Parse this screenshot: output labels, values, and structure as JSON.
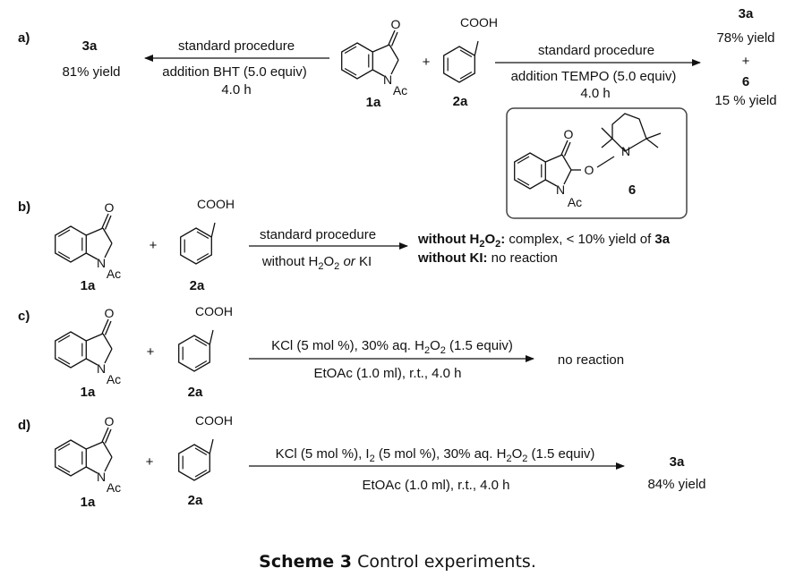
{
  "panel_labels": [
    "a)",
    "b)",
    "c)",
    "d)"
  ],
  "compound_labels": {
    "indolinone": "1a",
    "benzoic_acid": "2a",
    "tempo_adduct": "6"
  },
  "atoms": {
    "N": "N",
    "Ac": "Ac",
    "O": "O",
    "COOH": "COOH"
  },
  "plus": "+",
  "panel_a": {
    "left": {
      "above": "standard procedure",
      "below_1": "addition BHT (5.0 equiv)",
      "below_2": "4.0 h",
      "product": "3a",
      "yield": "81% yield"
    },
    "right": {
      "above": "standard procedure",
      "below_1": "addition TEMPO (5.0 equiv)",
      "below_2": "4.0 h",
      "product_1": "3a",
      "yield_1": "78% yield",
      "plus": "+",
      "product_2": "6",
      "yield_2": "15 % yield"
    }
  },
  "panel_b": {
    "above": "standard procedure",
    "below_prefix": "without H",
    "below_sub": "2",
    "below_mid": "O",
    "below_sub2": "2",
    "below_or": " or ",
    "below_ki": "KI",
    "result_1_label_a": "without H",
    "result_1_sub_a": "2",
    "result_1_label_b": "O",
    "result_1_sub_b": "2",
    "result_1_colon": ":",
    "result_1_text": " complex, < 10% yield of ",
    "result_1_product": "3a",
    "result_2_label": "without KI:",
    "result_2_text": " no reaction"
  },
  "panel_c": {
    "above_a": "KCl (5 mol %), 30% aq. H",
    "above_sub_a": "2",
    "above_b": "O",
    "above_sub_b": "2",
    "above_c": " (1.5 equiv)",
    "below": "EtOAc (1.0 ml), r.t., 4.0 h",
    "result": "no reaction"
  },
  "panel_d": {
    "above_a": "KCl (5 mol %), I",
    "above_sub_a": "2",
    "above_b": " (5 mol %), 30% aq. H",
    "above_sub_b": "2",
    "above_c": "O",
    "above_sub_c": "2",
    "above_d": " (1.5 equiv)",
    "below": "EtOAc (1.0 ml), r.t., 4.0 h",
    "product": "3a",
    "yield": "84% yield"
  },
  "caption": {
    "label": "Scheme 3",
    "text": " Control experiments."
  }
}
